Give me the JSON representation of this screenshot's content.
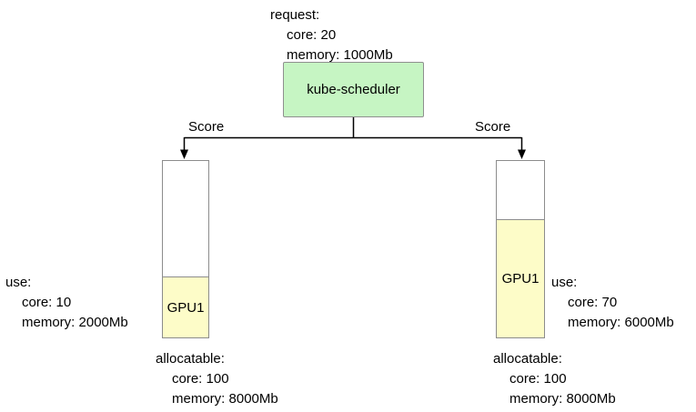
{
  "request": {
    "title": "request:",
    "lines": [
      "core: 20",
      "memory: 1000Mb"
    ]
  },
  "scheduler": {
    "label": "kube-scheduler"
  },
  "edges": {
    "left_label": "Score",
    "right_label": "Score"
  },
  "nodes": {
    "left": {
      "gpu_label": "GPU1",
      "use": {
        "title": "use:",
        "lines": [
          "core: 10",
          "memory: 2000Mb"
        ]
      },
      "allocatable": {
        "title": "allocatable:",
        "lines": [
          "core: 100",
          "memory: 8000Mb"
        ]
      }
    },
    "right": {
      "gpu_label": "GPU1",
      "use": {
        "title": "use:",
        "lines": [
          "core: 70",
          "memory: 6000Mb"
        ]
      },
      "allocatable": {
        "title": "allocatable:",
        "lines": [
          "core: 100",
          "memory: 8000Mb"
        ]
      }
    }
  },
  "colors": {
    "scheduler_fill": "#c6f5c3",
    "scheduler_border": "#8f8f8f",
    "gpu_fill": "#fdfcc8",
    "node_border": "#8c8c8c",
    "connector": "#000000"
  }
}
